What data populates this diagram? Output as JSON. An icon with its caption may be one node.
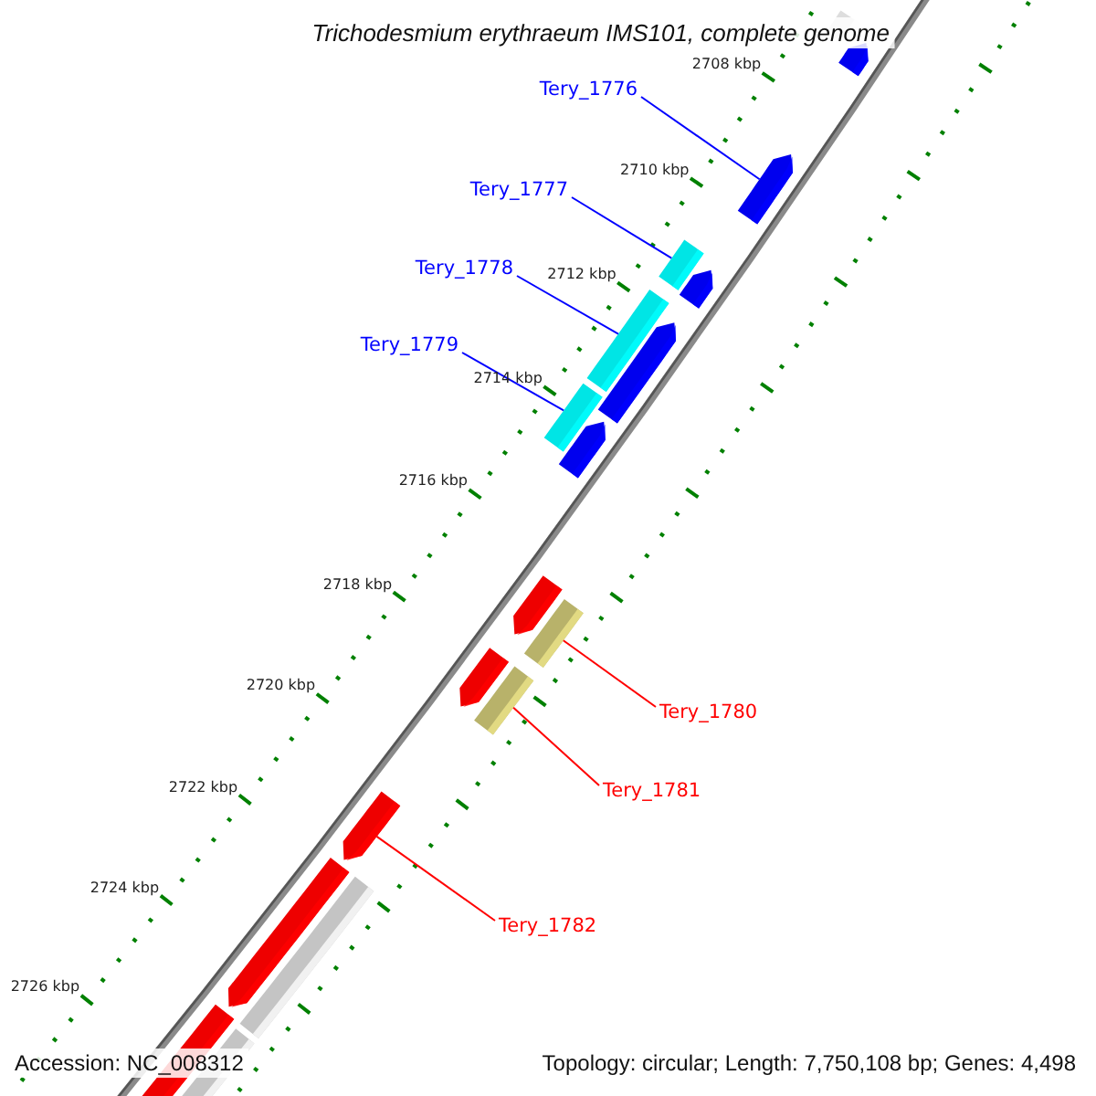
{
  "diagram": {
    "title": "Trichodesmium erythraeum IMS101, complete genome",
    "nodes": [
      {
        "text": [
          "Tery_1776"
        ]
      },
      {
        "text": [
          "Tery_1777"
        ]
      },
      {
        "text": [
          "Tery_1778"
        ]
      },
      {
        "text": [
          "Tery_1779"
        ]
      },
      {
        "text": [
          "Tery_1780"
        ]
      },
      {
        "text": [
          "Tery_1781"
        ]
      },
      {
        "text": [
          "Tery_1782"
        ]
      },
      {
        "text": [],
        "shape": "arrow"
      },
      {
        "text": [],
        "shape": "bar"
      },
      {
        "text": [],
        "shape": "bar"
      },
      {
        "text": [],
        "shape": "bar"
      },
      {
        "text": [],
        "shape": "bar"
      },
      {
        "text": [],
        "shape": "bar"
      },
      {
        "text": [],
        "shape": "arrow"
      }
    ],
    "edges": [
      {
        "from": 0,
        "to": 7,
        "arrow": "none"
      },
      {
        "from": 1,
        "to": 8,
        "arrow": "none"
      },
      {
        "from": 2,
        "to": 9,
        "arrow": "none"
      },
      {
        "from": 3,
        "to": 10,
        "arrow": "none"
      },
      {
        "from": 4,
        "to": 11,
        "arrow": "none",
        "color": "#ff0000"
      },
      {
        "from": 5,
        "to": 12,
        "arrow": "none",
        "color": "#ff0000"
      },
      {
        "from": 6,
        "to": 13,
        "arrow": "none",
        "color": "#ff0000"
      }
    ],
    "labels": [
      "2708 kbp",
      "2710 kbp",
      "2712 kbp",
      "2714 kbp",
      "2716 kbp",
      "2718 kbp",
      "2720 kbp",
      "2722 kbp",
      "2724 kbp",
      "2726 kbp",
      "Accession: NC_008312",
      "Topology: circular; Length: 7,750,108 bp; Genes: 4,498"
    ]
  }
}
